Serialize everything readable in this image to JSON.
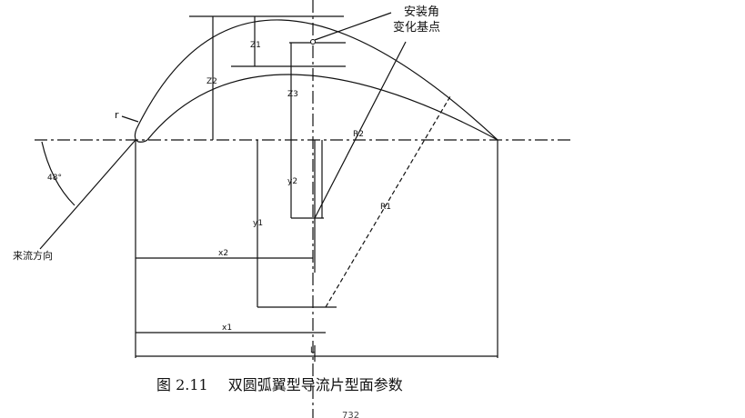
{
  "figure": {
    "labels": {
      "install_angle_line1": "安装角",
      "install_angle_line2": "变化基点",
      "z1": "Z1",
      "z2": "Z2",
      "z3": "Z3",
      "r": "r",
      "r1": "R1",
      "r2": "R2",
      "y1": "y1",
      "y2": "y2",
      "x1": "x1",
      "x2": "x2",
      "l": "L",
      "angle": "48°",
      "inflow": "来流方向"
    }
  },
  "caption": {
    "number": "图 2.11",
    "text": "双圆弧翼型导流片型面参数"
  },
  "page_footer": "732"
}
